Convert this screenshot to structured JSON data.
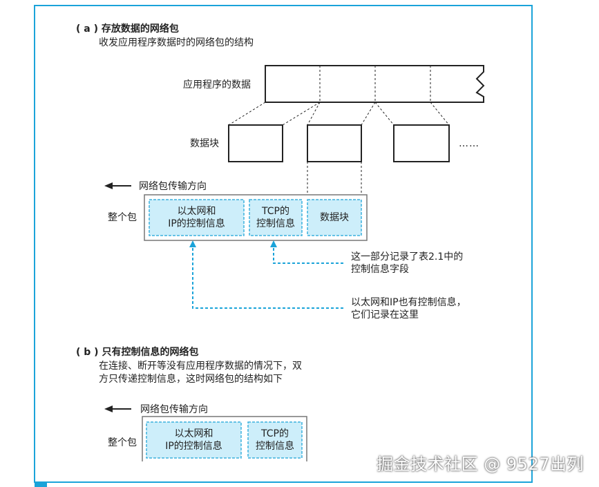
{
  "section_a": {
    "heading": "( a ) 存放数据的网络包",
    "subheading": "收发应用程序数据时的网络包的结构",
    "app_data_label": "应用程序的数据",
    "chunk_label": "数据块",
    "ellipsis": "……",
    "direction_label": "网络包传输方向",
    "whole_packet_label": "整个包",
    "cell_ethernet_line1": "以太网和",
    "cell_ethernet_line2": "IP的控制信息",
    "cell_tcp_line1": "TCP的",
    "cell_tcp_line2": "控制信息",
    "cell_data": "数据块",
    "note1_line1": "这一部分记录了表2.1中的",
    "note1_line2": "控制信息字段",
    "note2_line1": "以太网和IP也有控制信息，",
    "note2_line2": "它们记录在这里"
  },
  "section_b": {
    "heading": "( b ) 只有控制信息的网络包",
    "desc_line1": "在连接、断开等没有应用程序数据的情况下，双",
    "desc_line2": "方只传递控制信息，这时网络包的结构如下",
    "direction_label": "网络包传输方向",
    "whole_packet_label": "整个包",
    "cell_ethernet_line1": "以太网和",
    "cell_ethernet_line2": "IP的控制信息",
    "cell_tcp_line1": "TCP的",
    "cell_tcp_line2": "控制信息"
  },
  "watermark": "掘金技术社区 @ 9527出列",
  "colors": {
    "frame": "#1aa3d9",
    "cell_fill": "#cdeefa",
    "cell_border": "#3bb1dd",
    "arrow": "#1aa3d9",
    "ink": "#222222"
  }
}
